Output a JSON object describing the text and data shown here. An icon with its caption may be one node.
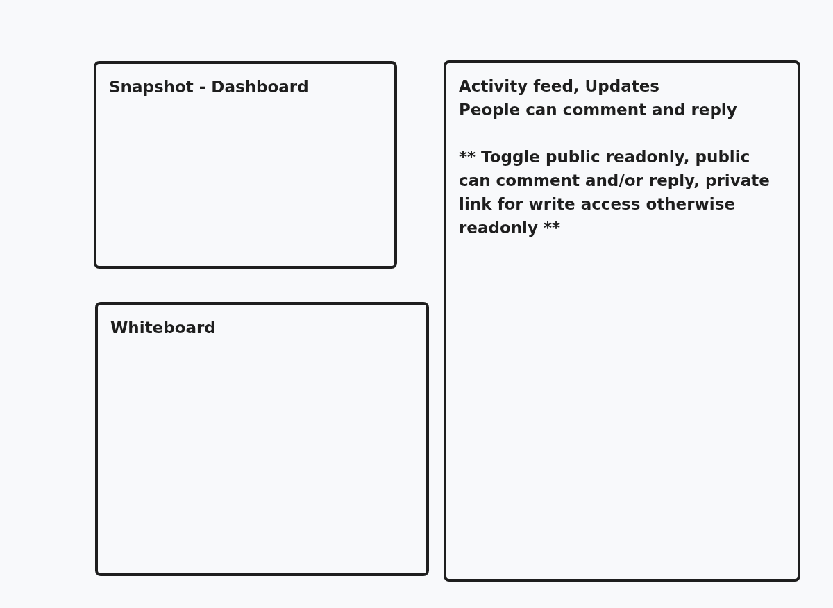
{
  "diagram": {
    "nodes": [
      {
        "text": [
          "Snapshot - Dashboard"
        ]
      },
      {
        "text": [
          "Activity feed, Updates",
          "People can comment and reply",
          "** Toggle public readonly, public can comment and/or reply, private link for write access otherwise readonly **"
        ]
      },
      {
        "text": [
          "Whiteboard"
        ]
      }
    ]
  }
}
